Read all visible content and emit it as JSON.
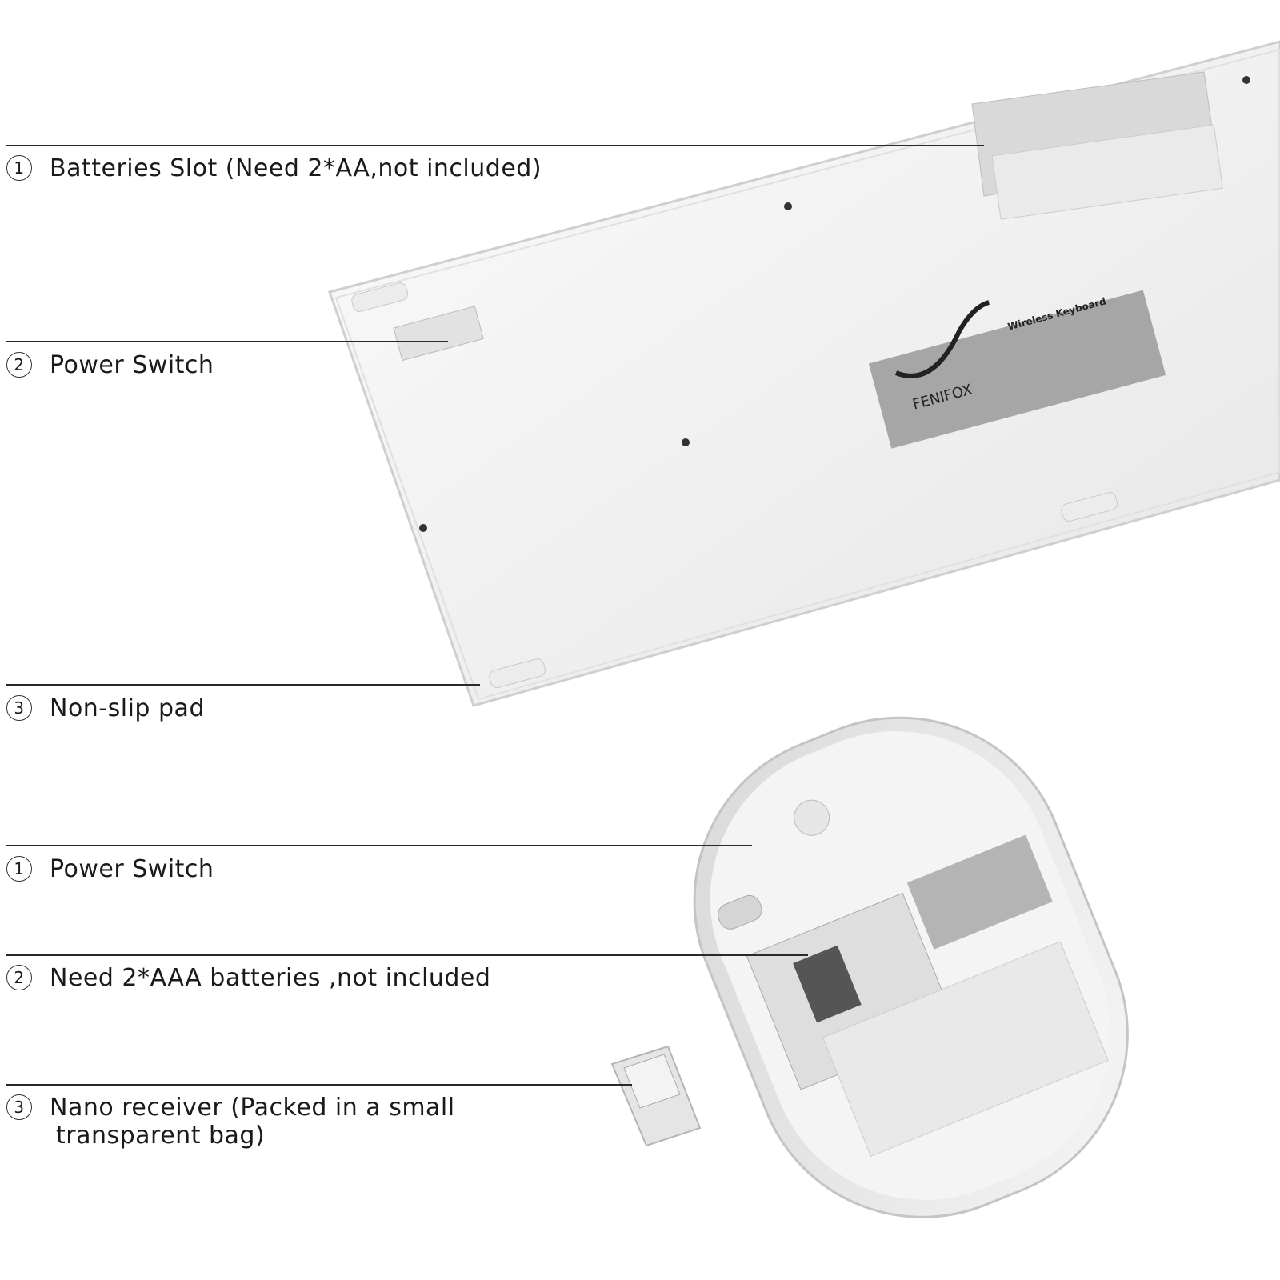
{
  "keyboard": {
    "callouts": [
      {
        "num": "1",
        "text": "Batteries Slot (Need 2*AA,not included)"
      },
      {
        "num": "2",
        "text": "Power Switch"
      },
      {
        "num": "3",
        "text": "Non-slip pad"
      }
    ],
    "label": {
      "brand": "FENIFOX",
      "product": "Wireless Keyboard"
    }
  },
  "mouse": {
    "callouts": [
      {
        "num": "1",
        "text": "Power Switch"
      },
      {
        "num": "2",
        "text": "Need 2*AAA batteries ,not included"
      },
      {
        "num": "3",
        "text": "Nano receiver (Packed in a small",
        "text2": "transparent bag)"
      }
    ]
  }
}
